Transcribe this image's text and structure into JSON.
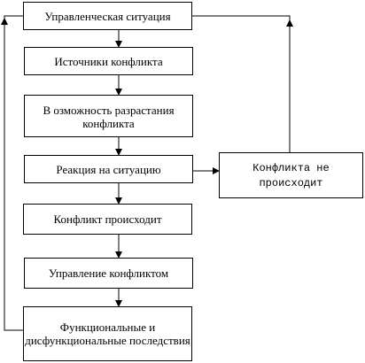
{
  "flowchart": {
    "nodes": [
      {
        "id": "situation",
        "label": "Управленческая ситуация"
      },
      {
        "id": "sources",
        "label": "Источники конфликта"
      },
      {
        "id": "escalation",
        "label": "В озможность разрастания конфликта"
      },
      {
        "id": "reaction",
        "label": "Реакция на ситуацию"
      },
      {
        "id": "occurs",
        "label": "Конфликт происходит"
      },
      {
        "id": "management",
        "label": "Управление конфликтом"
      },
      {
        "id": "consequences",
        "label": "Функциональные и дисфункциональные последствия"
      },
      {
        "id": "not-occurs",
        "label": "Конфликта не происходит"
      }
    ],
    "edges": [
      {
        "from": "situation",
        "to": "sources"
      },
      {
        "from": "sources",
        "to": "escalation"
      },
      {
        "from": "escalation",
        "to": "reaction"
      },
      {
        "from": "reaction",
        "to": "occurs"
      },
      {
        "from": "occurs",
        "to": "management"
      },
      {
        "from": "management",
        "to": "consequences"
      },
      {
        "from": "reaction",
        "to": "not-occurs"
      },
      {
        "from": "not-occurs",
        "to": "situation"
      },
      {
        "from": "consequences",
        "to": "situation"
      }
    ]
  }
}
